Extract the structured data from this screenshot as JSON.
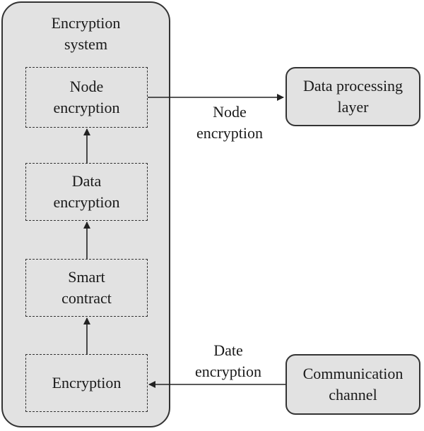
{
  "container": {
    "title": "Encryption\nsystem"
  },
  "stages": [
    {
      "label": "Node\nencryption"
    },
    {
      "label": "Data\nencryption"
    },
    {
      "label": "Smart\ncontract"
    },
    {
      "label": "Encryption"
    }
  ],
  "external": {
    "data_processing": "Data processing\nlayer",
    "communication": "Communication\nchannel"
  },
  "edges": {
    "node_encryption_label": "Node\nencryption",
    "date_encryption_label": "Date\nencryption"
  }
}
